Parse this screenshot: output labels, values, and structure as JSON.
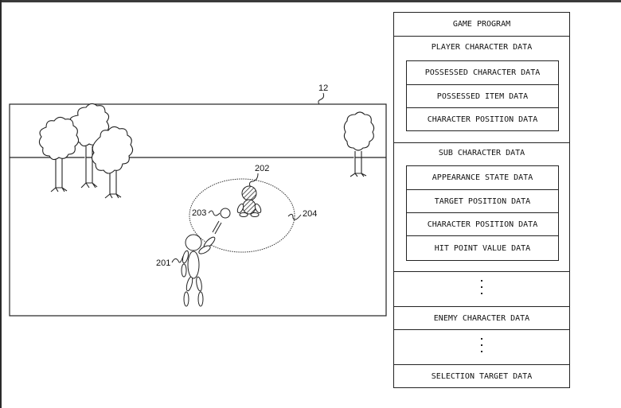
{
  "scene": {
    "display_label": "12",
    "player_character_label": "201",
    "sub_character_label": "202",
    "thrown_object_label": "203",
    "range_label": "204"
  },
  "memory_map": {
    "game_program": "GAME PROGRAM",
    "player_character_data": {
      "title": "PLAYER CHARACTER DATA",
      "items": [
        "POSSESSED CHARACTER DATA",
        "POSSESSED ITEM DATA",
        "CHARACTER POSITION DATA"
      ]
    },
    "sub_character_data": {
      "title": "SUB CHARACTER DATA",
      "items": [
        "APPEARANCE STATE DATA",
        "TARGET POSITION DATA",
        "CHARACTER POSITION DATA",
        "HIT POINT VALUE DATA"
      ]
    },
    "enemy_character_data": "ENEMY CHARACTER DATA",
    "selection_target_data": "SELECTION TARGET DATA"
  }
}
